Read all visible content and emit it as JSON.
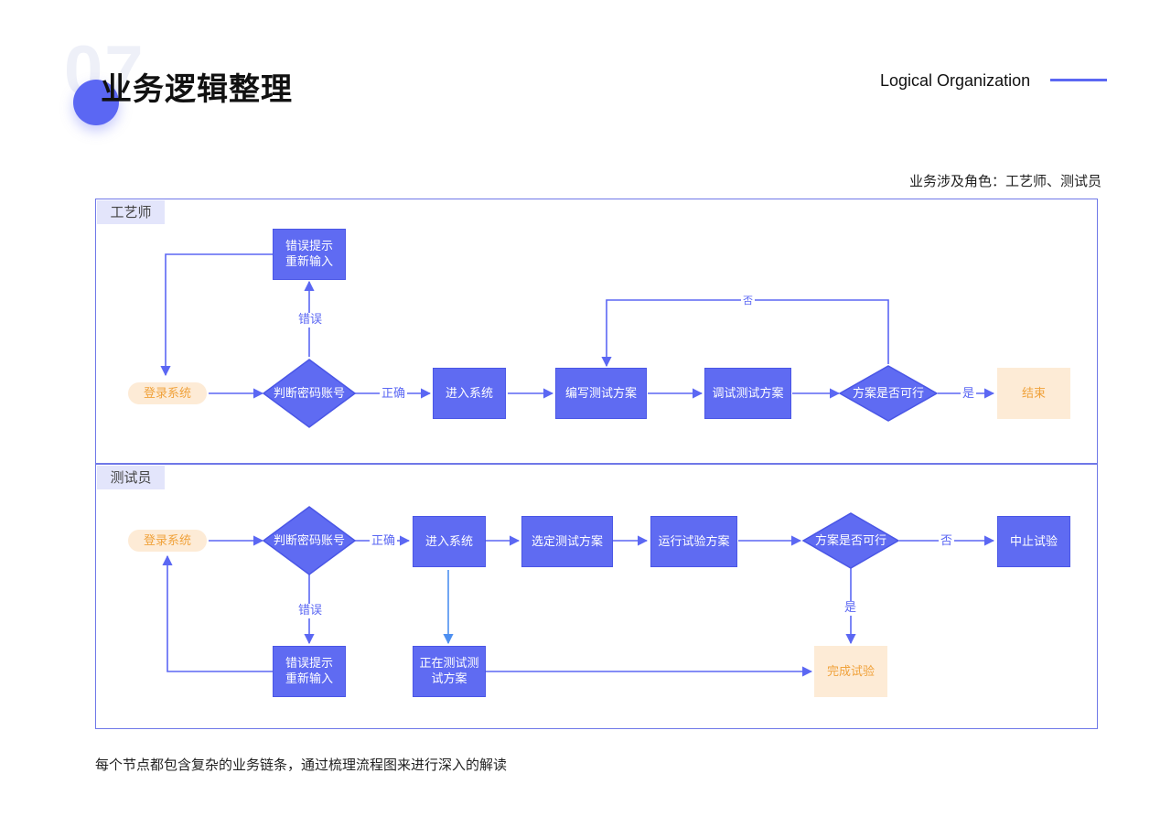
{
  "header": {
    "section_number": "07",
    "title": "业务逻辑整理",
    "subtitle": "Logical Organization",
    "roles": "业务涉及角色：工艺师、测试员"
  },
  "lanes": [
    {
      "label": "工艺师"
    },
    {
      "label": "测试员"
    }
  ],
  "lane1": {
    "login": "登录系统",
    "check": "判断密码账号",
    "error_box": [
      "错误提示",
      "重新输入"
    ],
    "enter": "进入系统",
    "write": "编写测试方案",
    "debug": "调试测试方案",
    "decide": "方案是否可行",
    "end": "结束",
    "labels": {
      "correct": "正确",
      "wrong": "错误",
      "no": "否",
      "yes": "是"
    }
  },
  "lane2": {
    "login": "登录系统",
    "check": "判断密码账号",
    "error_box": [
      "错误提示",
      "重新输入"
    ],
    "enter": "进入系统",
    "select": "选定测试方案",
    "run": "运行试验方案",
    "decide": "方案是否可行",
    "abort": "中止试验",
    "testing": [
      "正在测试测",
      "试方案"
    ],
    "complete": "完成试验",
    "labels": {
      "correct": "正确",
      "wrong": "错误",
      "no": "否",
      "yes": "是"
    }
  },
  "footer": "每个节点都包含复杂的业务链条，通过梳理流程图来进行深入的解读",
  "colors": {
    "accent": "#5b67f3",
    "node_fill": "#5f6bf2",
    "terminal_fill": "#fdebd6",
    "terminal_text": "#f0a23b",
    "lane_label_bg": "#e3e5fb",
    "branch_arrow": "#4d8ff0"
  }
}
